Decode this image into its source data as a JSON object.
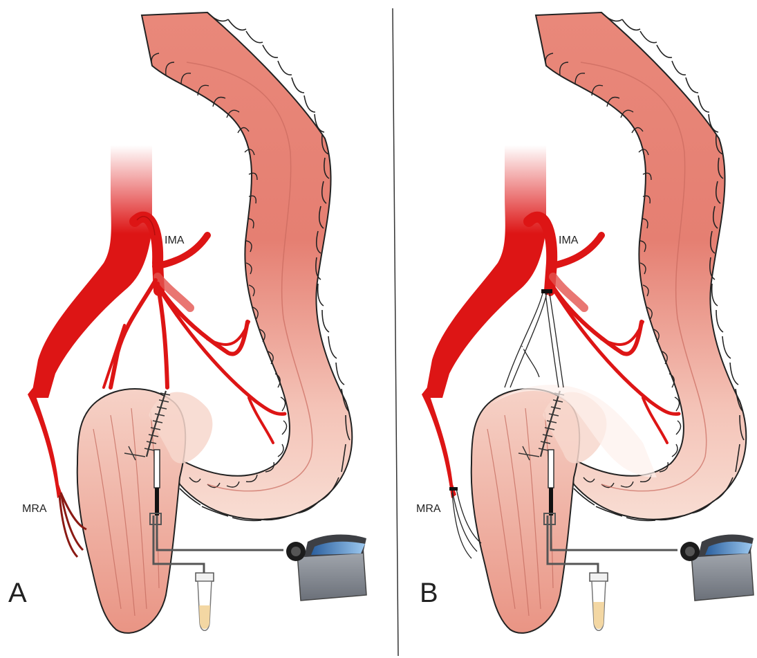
{
  "panels": [
    {
      "id": "A",
      "label": "A",
      "artery_upper_label": "IMA",
      "artery_lower_label": "MRA",
      "ligated": false
    },
    {
      "id": "B",
      "label": "B",
      "artery_upper_label": "IMA",
      "artery_lower_label": "MRA",
      "ligated": true
    }
  ],
  "colors": {
    "artery": "#dd1515",
    "artery_dark": "#b30d0d",
    "colon_top": "#e9887a",
    "colon_bottom": "#f8ddd3",
    "outline": "#222222",
    "devascularized": "#ffffff",
    "pump_body": "#7f8590",
    "pump_screen": "#3f7fc4",
    "tube_fluid": "#f3d7a3"
  }
}
